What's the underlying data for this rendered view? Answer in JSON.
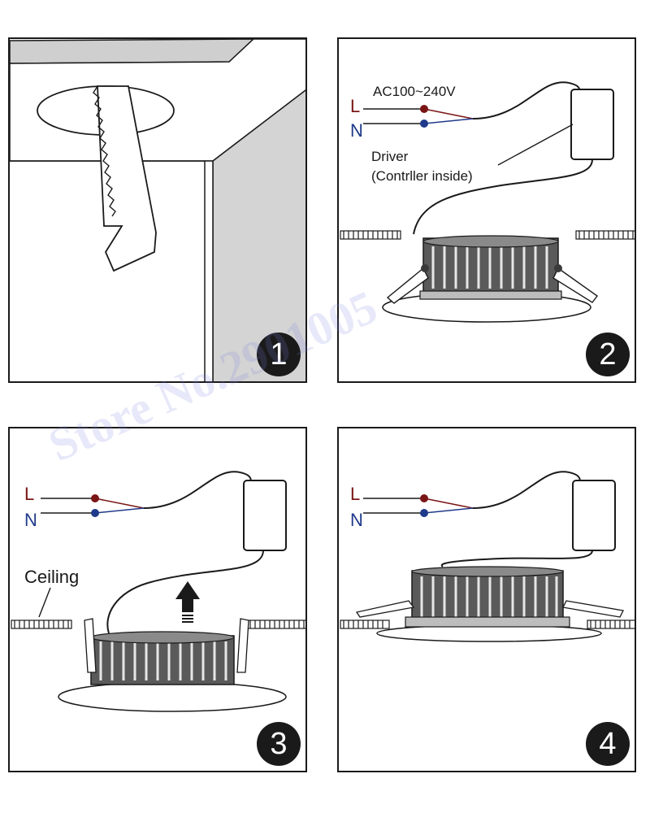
{
  "watermark": "Store No.2901005",
  "steps": [
    {
      "number": "1"
    },
    {
      "number": "2",
      "line_label": "L",
      "neutral_label": "N",
      "voltage": "AC100~240V",
      "driver_line1": "Driver",
      "driver_line2": "(Contrller inside)"
    },
    {
      "number": "3",
      "line_label": "L",
      "neutral_label": "N",
      "ceiling_label": "Ceiling"
    },
    {
      "number": "4",
      "line_label": "L",
      "neutral_label": "N"
    }
  ],
  "colors": {
    "line_wire": "#7a1515",
    "neutral_wire": "#1f3a8a",
    "badge": "#1a1a1a"
  }
}
